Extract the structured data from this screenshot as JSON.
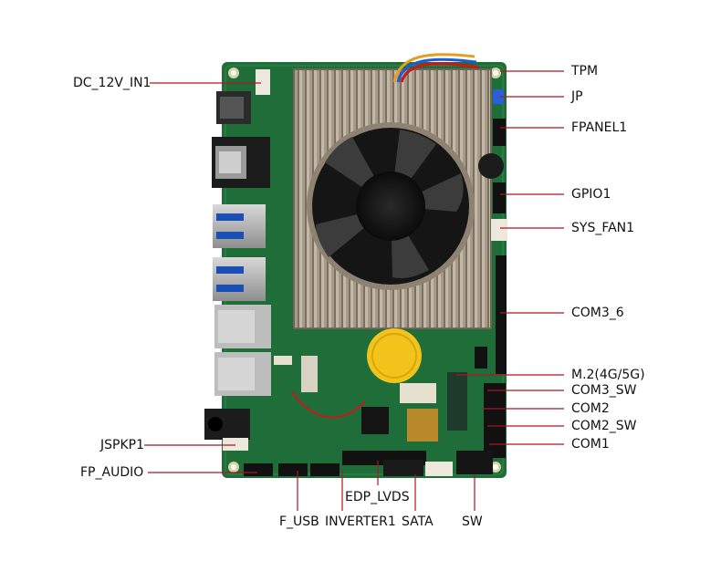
{
  "labels": {
    "dc": "DC_12V_IN1",
    "tpm": "TPM",
    "jp": "JP",
    "fpanel": "FPANEL1",
    "gpio": "GPIO1",
    "sysfan": "SYS_FAN1",
    "com36": "COM3_6",
    "m2": "M.2(4G/5G)",
    "com3sw": "COM3_SW",
    "com2": "COM2",
    "com2sw": "COM2_SW",
    "com1": "COM1",
    "jspkp": "JSPKP1",
    "fpaudio": "FP_AUDIO",
    "edp": "EDP_LVDS",
    "fusb": "F_USB",
    "inverter": "INVERTER1",
    "sata": "SATA",
    "sw": "SW"
  },
  "colors": {
    "pcb": "#1f6e3a",
    "leader": "#b01424",
    "heatsink": "#a39684",
    "fan": "#161616"
  }
}
